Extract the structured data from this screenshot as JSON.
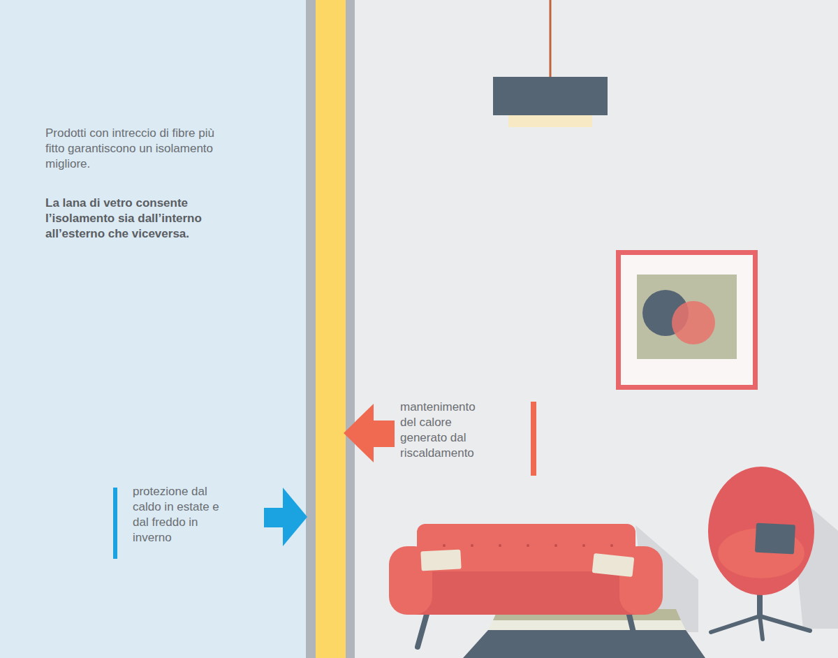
{
  "diagram": {
    "labels": [
      "Prodotti con intreccio di fibre più fitto garantiscono un isolamento migliore.",
      "La lana di vetro consente l’isolamento sia dall’interno all’esterno che viceversa.",
      "protezione dal caldo in estate e dal freddo in inverno",
      "mantenimento del calore generato dal riscaldamento"
    ]
  }
}
